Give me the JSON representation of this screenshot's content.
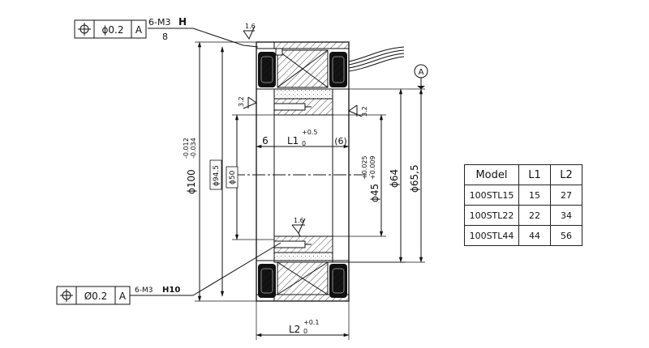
{
  "fcf_top": {
    "symbol": "⌖",
    "tolerance": "ϕ0.2",
    "datum": "A",
    "thread": "6-M3",
    "fit": "H",
    "depth": "8"
  },
  "fcf_bottom": {
    "symbol": "⌖",
    "tolerance": "Ø0.2",
    "datum": "A",
    "thread": "6-M3",
    "fit": "H10"
  },
  "roughness": {
    "top": "1.6",
    "bore": "1.6",
    "left_face": "3.2",
    "right_face": "3.2"
  },
  "datum_label": "A",
  "dims": {
    "d100": "ϕ100",
    "d100_tol_upper": "-0.012",
    "d100_tol_lower": "-0.034",
    "d94_5": "ϕ94.5",
    "d50": "ϕ50",
    "d45": "ϕ45",
    "d45_tol_upper": "+0.025",
    "d45_tol_lower": "+0.009",
    "d64": "ϕ64",
    "d65_5": "ϕ65,5",
    "w6": "6",
    "w6_ref": "(6)",
    "L1": "L1",
    "L1_tol_upper": "+0.5",
    "L1_tol_lower": "0",
    "L2": "L2",
    "L2_tol_upper": "+0.1",
    "L2_tol_lower": "0"
  },
  "table": {
    "headers": [
      "Model",
      "L1",
      "L2"
    ],
    "rows": [
      [
        "100STL15",
        "15",
        "27"
      ],
      [
        "100STL22",
        "22",
        "34"
      ],
      [
        "100STL44",
        "44",
        "56"
      ]
    ]
  }
}
